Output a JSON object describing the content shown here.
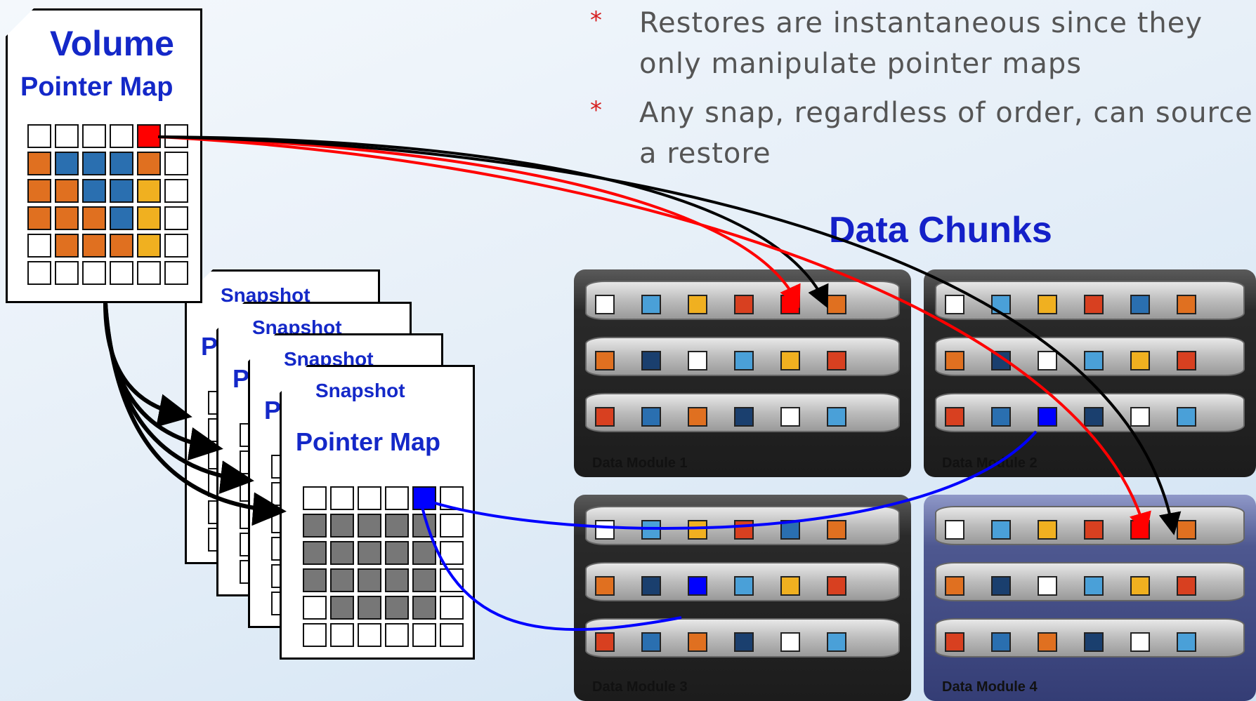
{
  "bullets": [
    {
      "marker": "*",
      "text": "Restores are instantaneous since they only manipulate pointer maps"
    },
    {
      "marker": "*",
      "text": "Any snap, regardless of order, can source a restore"
    }
  ],
  "volume_map": {
    "title": "Volume",
    "subtitle": "Pointer Map"
  },
  "snapshots": [
    {
      "title": "Snapshot",
      "subtitle": "P"
    },
    {
      "title": "Snapshot",
      "subtitle": "P"
    },
    {
      "title": "Snapshot",
      "subtitle": "P"
    },
    {
      "title": "Snapshot",
      "subtitle": "Pointer Map"
    }
  ],
  "data_chunks_title": "Data Chunks",
  "modules": [
    {
      "label": "Data Module 1",
      "theme": "dark"
    },
    {
      "label": "Data Module 2",
      "theme": "dark"
    },
    {
      "label": "Data Module 3",
      "theme": "dark"
    },
    {
      "label": "Data Module 4",
      "theme": "blue"
    }
  ],
  "colors": {
    "title": "#1428c8",
    "restore_arrow": "#ff0000",
    "pointer_arrow": "#000000",
    "snapshot_arrow": "#0000ff",
    "bullet": "#d62020",
    "firefox_orange": "#e07020",
    "firefox_blue": "#2a6fb0"
  }
}
